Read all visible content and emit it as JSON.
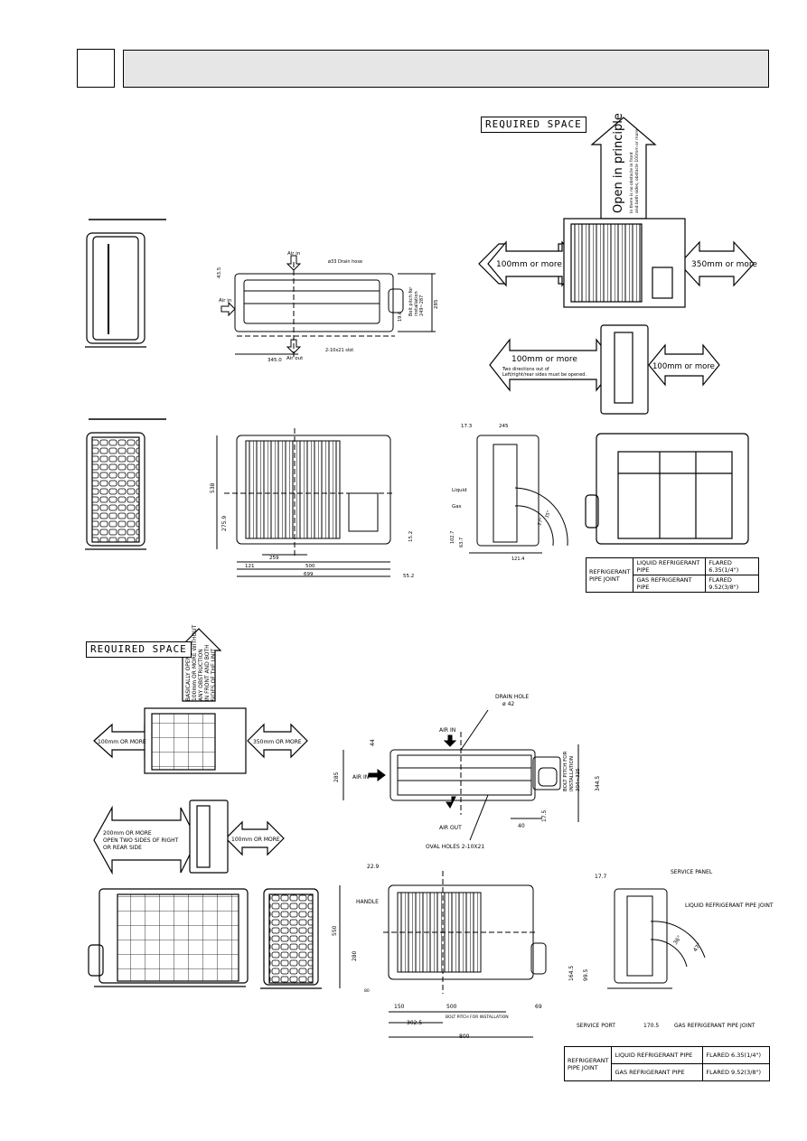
{
  "header": {
    "number": "",
    "title": ""
  },
  "top": {
    "required_space_label": "REQUIRED SPACE",
    "open_in_principle": "Open in principle",
    "open_note_1": "In there is no obstacle in front",
    "open_note_2": "and both sides, obstacle 100mm or more",
    "left_clear": "100mm or more",
    "right_clear": "350mm or more",
    "front_left": "100mm or more",
    "front_left_note_1": "Two directions out of",
    "front_left_note_2": "Left/right/rear sides must be opened.",
    "front_right": "100mm or more",
    "top_view": {
      "air_in_top": "Air in",
      "air_in_left": "Air in",
      "air_out": "Air out",
      "drain_hole": "ø33 Drain hose",
      "slot": "2-10x21 slot",
      "pitch_label_1": "Bolt pitch for",
      "pitch_label_2": "installation",
      "pitch_label_3": "249~287",
      "dim_43": "43.5",
      "dim_285": "285",
      "dim_345": "345.0",
      "dim_196": "19.6"
    },
    "front_view": {
      "dim_538": "538",
      "dim_2759": "275.9",
      "dim_152": "15.2",
      "dim_121": "121",
      "dim_259": "259",
      "dim_500": "500",
      "dim_699": "699",
      "dim_552": "55.2"
    },
    "side_view": {
      "dim_173": "17.3",
      "dim_245": "245",
      "liquid": "Liquid",
      "gas": "Gas",
      "dim_1027": "102.7",
      "dim_637": "63.7",
      "dim_1214": "121.4",
      "ang_1": "27°",
      "ang_2": "35°"
    },
    "pipe_table": {
      "title_1": "REFRIGERANT",
      "title_2": "PIPE JOINT",
      "rows": [
        {
          "pipe": "LIQUID REFRIGERANT PIPE",
          "spec": "FLARED 6.35(1/4\")"
        },
        {
          "pipe": "GAS REFRIGERANT PIPE",
          "spec": "FLARED 9.52(3/8\")"
        }
      ]
    }
  },
  "bottom": {
    "required_space_label": "REQUIRED SPACE",
    "open_note": [
      "BASICALLY OPEN",
      "100mm OR MORE WITHOUT",
      "ANY OBSTRUCTION",
      "IN FRONT AND BOTH",
      "SIDES OF THE UNIT"
    ],
    "left_clear": "100mm OR MORE",
    "right_clear": "350mm OR MORE",
    "side_left": [
      "200mm OR MORE",
      "OPEN TWO SIDES OF RIGHT",
      "OR REAR SIDE"
    ],
    "side_right": "100mm OR MORE",
    "top_view": {
      "drain_hole": "DRAIN HOLE",
      "drain_dia": "ø 42",
      "air_in_top": "AIR IN",
      "air_in_left": "AIR IN",
      "air_out": "AIR OUT",
      "oval_holes": "OVAL HOLES 2-10X21",
      "dim_44": "44",
      "dim_285": "285",
      "dim_3445": "344.5",
      "pitch": [
        "BOLT PITCH FOR",
        "INSTALLATION",
        "304~325"
      ],
      "dim_40": "40",
      "dim_175": "17.5"
    },
    "front_view": {
      "dim_229": "22.9",
      "handle": "HANDLE",
      "dim_550": "550",
      "dim_280": "280",
      "dim_80": "80",
      "dim_150": "150",
      "dim_500": "500",
      "dim_69": "69",
      "pitch": "BOLT PITCH FOR INSTALLATION",
      "dim_3025": "302.5",
      "dim_800": "800"
    },
    "side_view": {
      "dim_177": "17.7",
      "service_panel": "SERVICE PANEL",
      "liquid_joint": "LIQUID REFRIGERANT PIPE JOINT",
      "ang_1": "36°",
      "ang_2": "47°",
      "dim_1645": "164.5",
      "dim_995": "99.5",
      "service_port": "SERVICE PORT",
      "dim_1705": "170.5",
      "gas_joint": "GAS REFRIGERANT PIPE JOINT"
    },
    "pipe_table": {
      "title_1": "REFRIGERANT",
      "title_2": "PIPE JOINT",
      "rows": [
        {
          "pipe": "LIQUID REFRIGERANT PIPE",
          "spec": "FLARED 6.35(1/4\")"
        },
        {
          "pipe": "GAS REFRIGERANT PIPE",
          "spec": "FLARED 9.52(3/8\")"
        }
      ]
    }
  }
}
